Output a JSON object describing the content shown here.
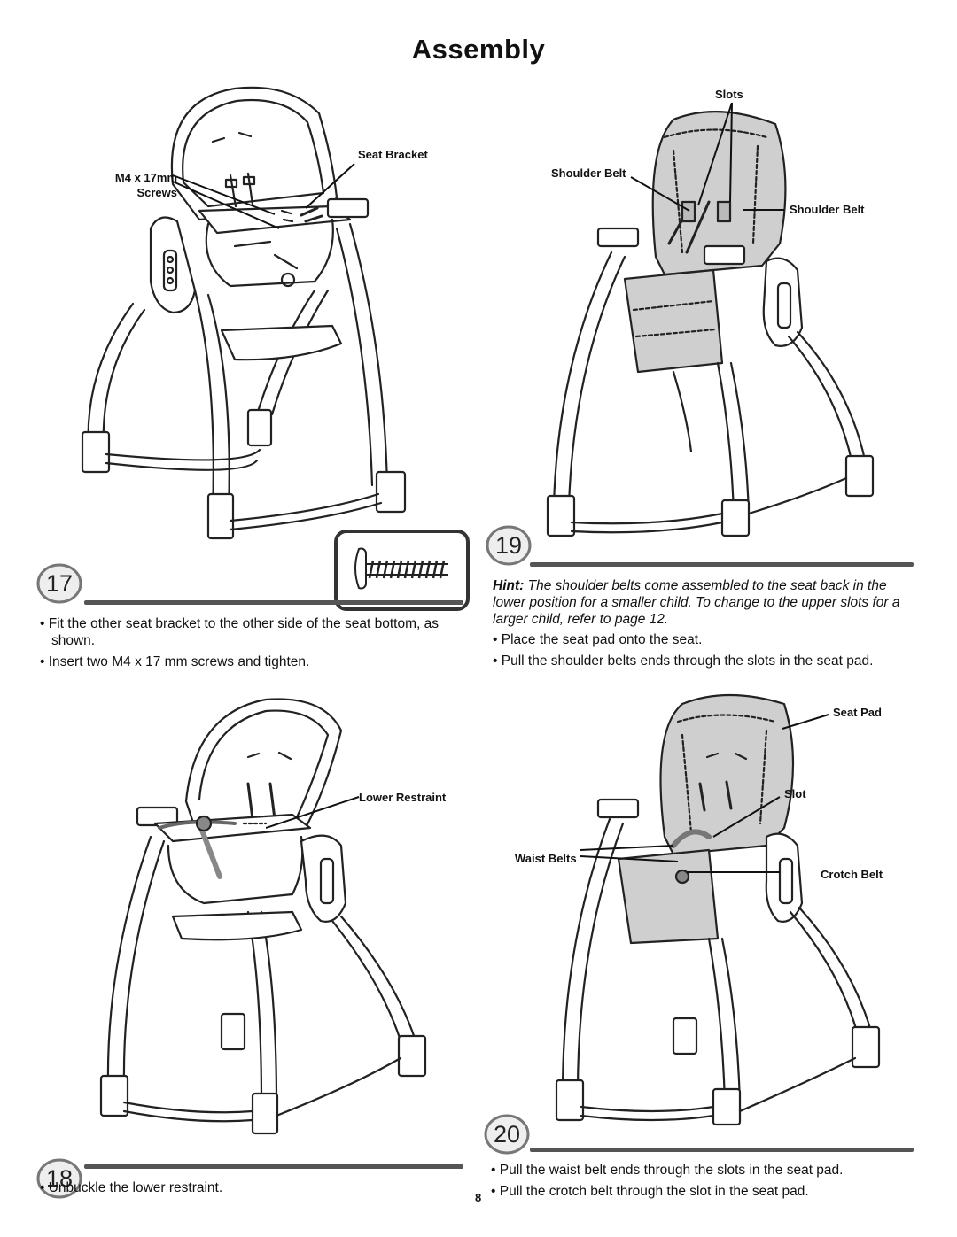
{
  "page": {
    "title": "Assembly",
    "page_number": "8"
  },
  "step17": {
    "number": "17",
    "labels": {
      "screws": "M4 x 17mm Screws",
      "seat_bracket": "Seat Bracket"
    },
    "bullets": [
      "Fit the other seat bracket to the other side of the seat bottom, as shown.",
      "Insert two M4 x 17 mm screws and tighten."
    ]
  },
  "step18": {
    "number": "18",
    "labels": {
      "lower_restraint": "Lower Restraint"
    },
    "bullets": [
      "Unbuckle the lower restraint."
    ]
  },
  "step19": {
    "number": "19",
    "labels": {
      "slots": "Slots",
      "shoulder_belt_left": "Shoulder Belt",
      "shoulder_belt_right": "Shoulder Belt"
    },
    "hint_label": "Hint:",
    "hint_text": "The shoulder belts come assembled to the seat back in the lower position for a smaller child. To change to the upper slots for a larger child, refer to page 12.",
    "bullets": [
      "Place the seat pad onto the seat.",
      "Pull the shoulder belts ends through the slots in the seat pad."
    ]
  },
  "step20": {
    "number": "20",
    "labels": {
      "seat_pad": "Seat Pad",
      "slot": "Slot",
      "waist_belts": "Waist Belts",
      "crotch_belt": "Crotch Belt"
    },
    "bullets": [
      "Pull the waist belt ends through the slots in the seat pad.",
      "Pull the crotch belt through the slot in the seat pad."
    ]
  },
  "colors": {
    "rule": "#555555",
    "pad_gray": "#cfcfcf",
    "line": "#222222"
  }
}
